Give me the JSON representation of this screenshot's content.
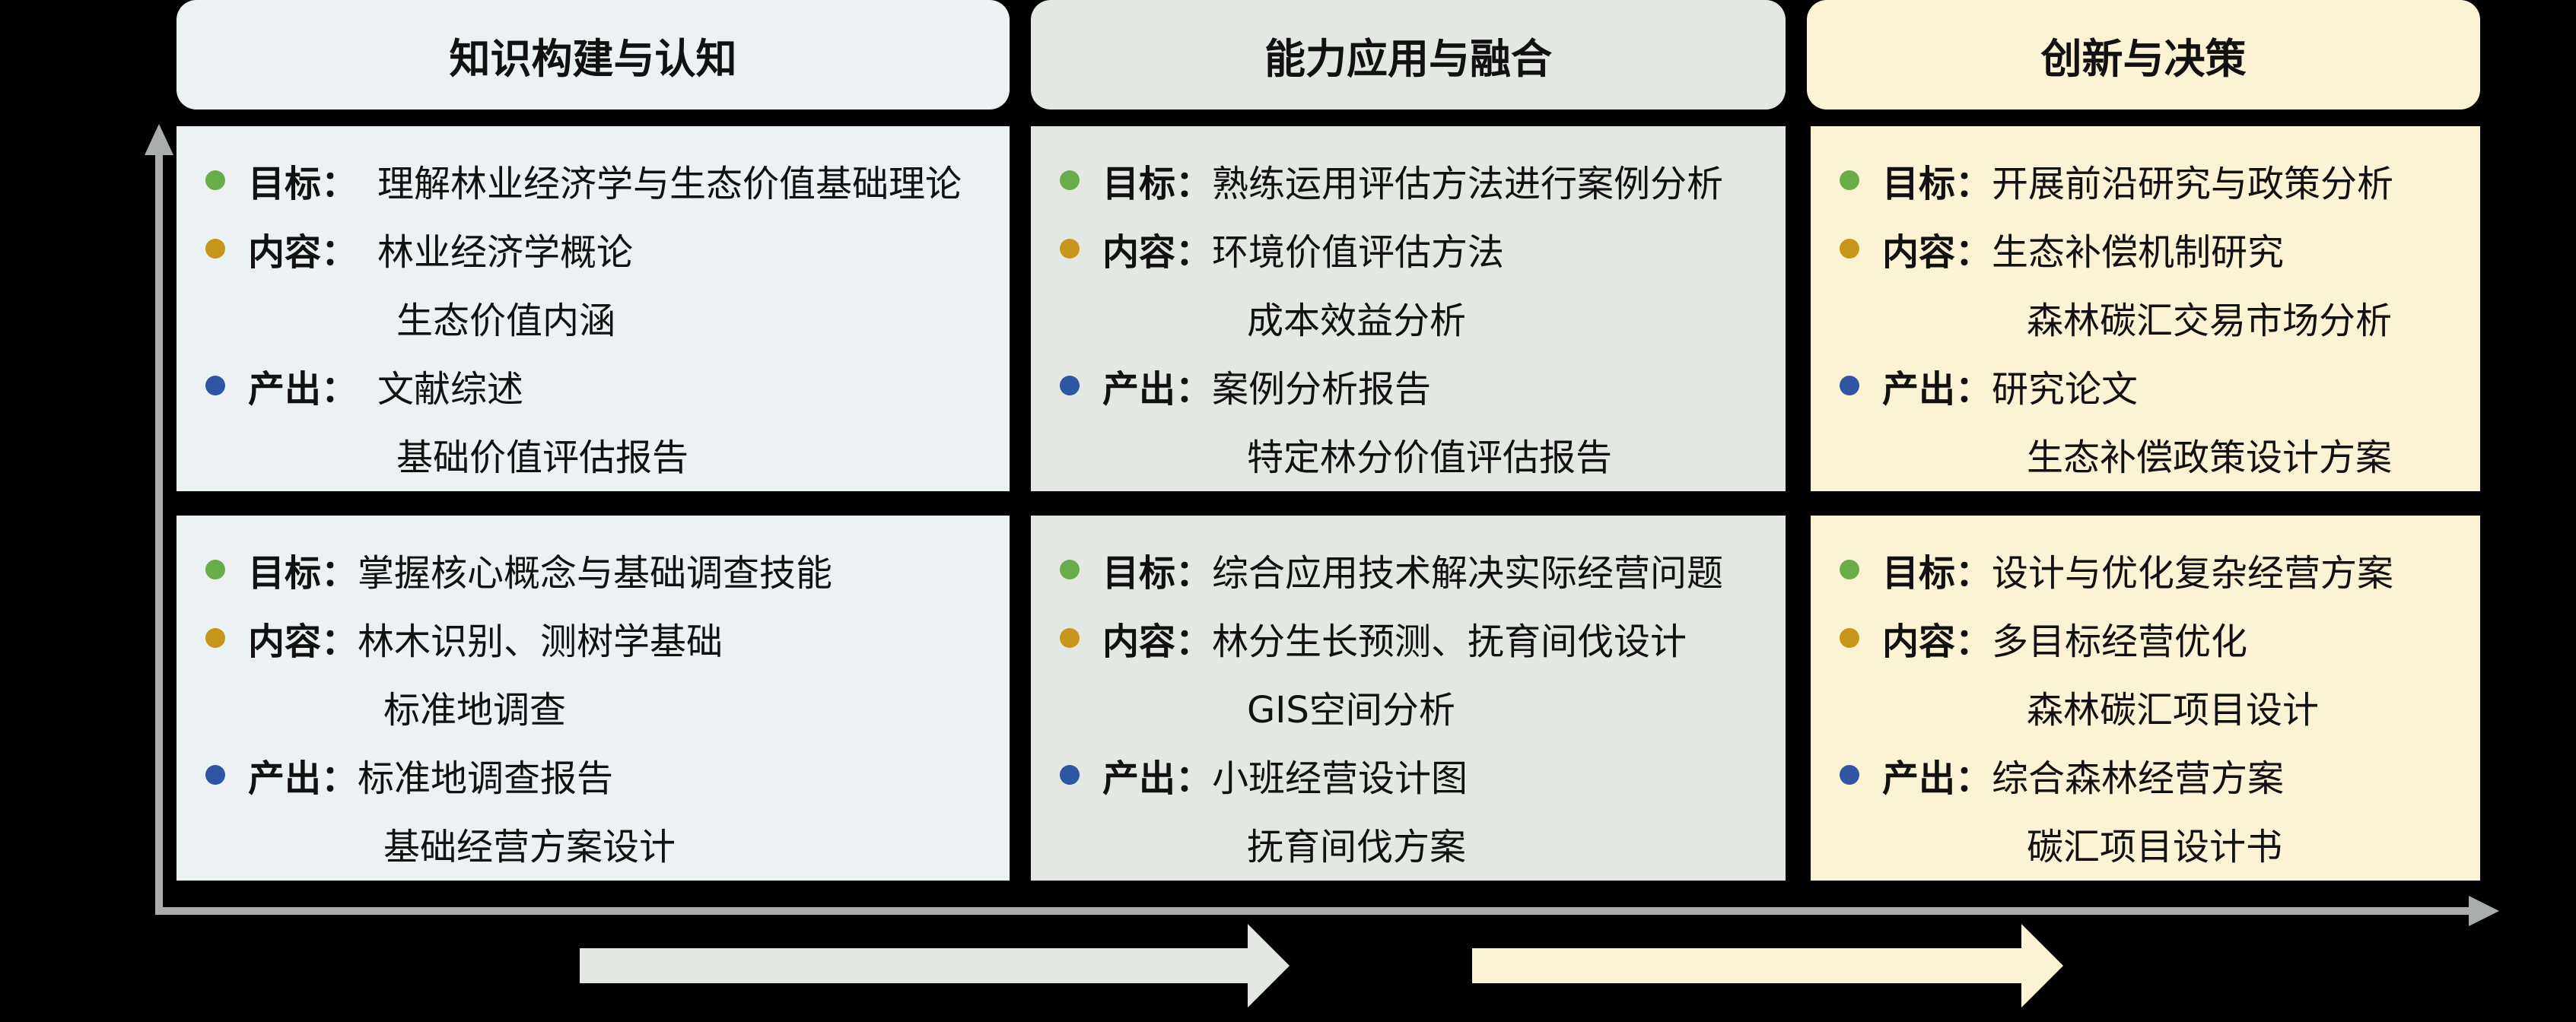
{
  "colors": {
    "stage1": "#ecf2f3",
    "stage2": "#e3e8e3",
    "stage3": "#fcf3d4",
    "axis": "#a9aeac",
    "dot_goal": "#69ad4b",
    "dot_content": "#c8951b",
    "dot_output": "#2f56a3"
  },
  "stages": [
    {
      "title": "知识构建与认知",
      "upper": {
        "goal": {
          "label": "目标：",
          "items": [
            "理解林业经济学与生态价值基础理论"
          ]
        },
        "content": {
          "label": "内容：",
          "items": [
            "林业经济学概论",
            "生态价值内涵"
          ]
        },
        "output": {
          "label": "产出：",
          "items": [
            "文献综述",
            "基础价值评估报告"
          ]
        }
      },
      "lower": {
        "goal": {
          "label": "目标：",
          "items": [
            "掌握核心概念与基础调查技能"
          ]
        },
        "content": {
          "label": "内容：",
          "items": [
            "林木识别、测树学基础",
            "标准地调查"
          ]
        },
        "output": {
          "label": "产出：",
          "items": [
            "标准地调查报告",
            "基础经营方案设计"
          ]
        }
      }
    },
    {
      "title": "能力应用与融合",
      "upper": {
        "goal": {
          "label": "目标：",
          "items": [
            "熟练运用评估方法进行案例分析"
          ]
        },
        "content": {
          "label": "内容：",
          "items": [
            "环境价值评估方法",
            "成本效益分析"
          ]
        },
        "output": {
          "label": "产出：",
          "items": [
            "案例分析报告",
            "特定林分价值评估报告"
          ]
        }
      },
      "lower": {
        "goal": {
          "label": "目标：",
          "items": [
            "综合应用技术解决实际经营问题"
          ]
        },
        "content": {
          "label": "内容：",
          "items": [
            "林分生长预测、抚育间伐设计",
            "GIS空间分析"
          ]
        },
        "output": {
          "label": "产出：",
          "items": [
            "小班经营设计图",
            "抚育间伐方案"
          ]
        }
      }
    },
    {
      "title": "创新与决策",
      "upper": {
        "goal": {
          "label": "目标：",
          "items": [
            "开展前沿研究与政策分析"
          ]
        },
        "content": {
          "label": "内容：",
          "items": [
            "生态补偿机制研究",
            "森林碳汇交易市场分析"
          ]
        },
        "output": {
          "label": "产出：",
          "items": [
            "研究论文",
            "生态补偿政策设计方案"
          ]
        }
      },
      "lower": {
        "goal": {
          "label": "目标：",
          "items": [
            "设计与优化复杂经营方案"
          ]
        },
        "content": {
          "label": "内容：",
          "items": [
            "多目标经营优化",
            "森林碳汇项目设计"
          ]
        },
        "output": {
          "label": "产出：",
          "items": [
            "综合森林经营方案",
            "碳汇项目设计书"
          ]
        }
      }
    }
  ]
}
